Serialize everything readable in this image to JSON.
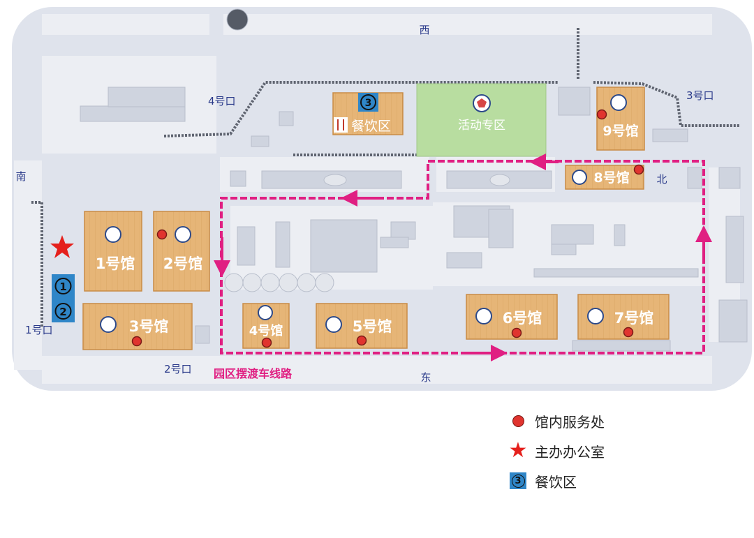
{
  "directions": {
    "west": "西",
    "south": "南",
    "north": "北",
    "east": "东"
  },
  "gates": {
    "gate1": "1号口",
    "gate2": "2号口",
    "gate3": "3号口",
    "gate4": "4号口"
  },
  "halls": {
    "h1": "1号馆",
    "h2": "2号馆",
    "h3": "3号馆",
    "h4": "4号馆",
    "h5": "5号馆",
    "h6": "6号馆",
    "h7": "7号馆",
    "h8": "8号馆",
    "h9": "9号馆"
  },
  "zones": {
    "dining_label": "餐饮区",
    "dining_number": "3",
    "activity": "活动专区"
  },
  "office_numbers": [
    "1",
    "2"
  ],
  "shuttle_label": "园区摆渡车线路",
  "legend": {
    "service": "馆内服务处",
    "office": "主办办公室",
    "dining": "餐饮区",
    "dining_number": "3"
  },
  "colors": {
    "map_background": "#dfe3ec",
    "hall_fill": "#e6b577",
    "activity_fill": "#b8dda0",
    "route": "#e01f82",
    "service_dot": "#e0342f",
    "office_star": "#e5201c",
    "dining_badge": "#2f86c8",
    "gate_label": "#2a3a8a"
  }
}
